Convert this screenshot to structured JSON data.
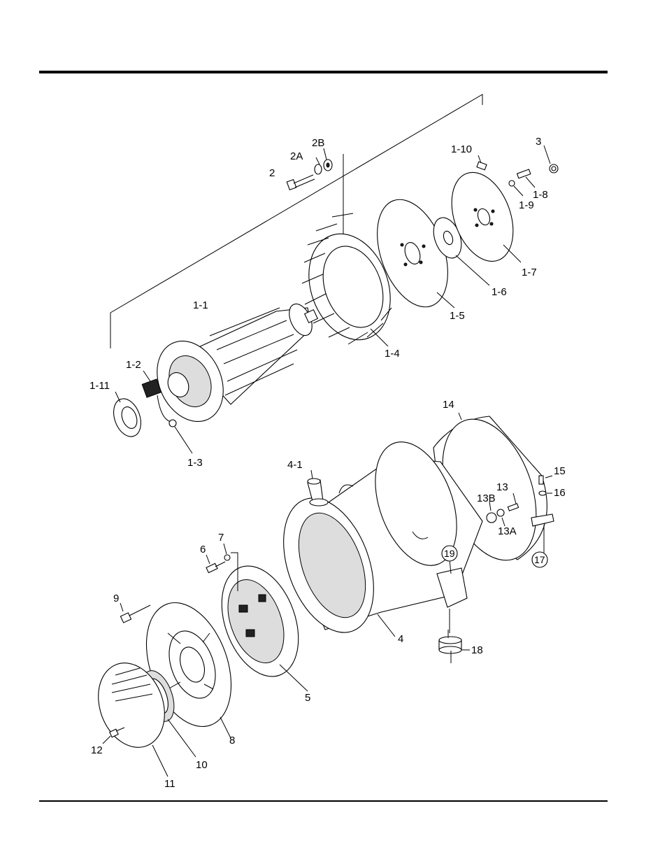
{
  "labels": {
    "p2": "2",
    "p2A": "2A",
    "p2B": "2B",
    "p3": "3",
    "p1_1": "1-1",
    "p1_2": "1-2",
    "p1_3": "1-3",
    "p1_4": "1-4",
    "p1_5": "1-5",
    "p1_6": "1-6",
    "p1_7": "1-7",
    "p1_8": "1-8",
    "p1_9": "1-9",
    "p1_10": "1-10",
    "p1_11": "1-11",
    "p4": "4",
    "p4_1": "4-1",
    "p5": "5",
    "p6": "6",
    "p7": "7",
    "p8": "8",
    "p9": "9",
    "p10": "10",
    "p11": "11",
    "p12": "12",
    "p13": "13",
    "p13A": "13A",
    "p13B": "13B",
    "p14": "14",
    "p15": "15",
    "p16": "16",
    "p17": "17",
    "p18": "18",
    "p19": "19"
  }
}
